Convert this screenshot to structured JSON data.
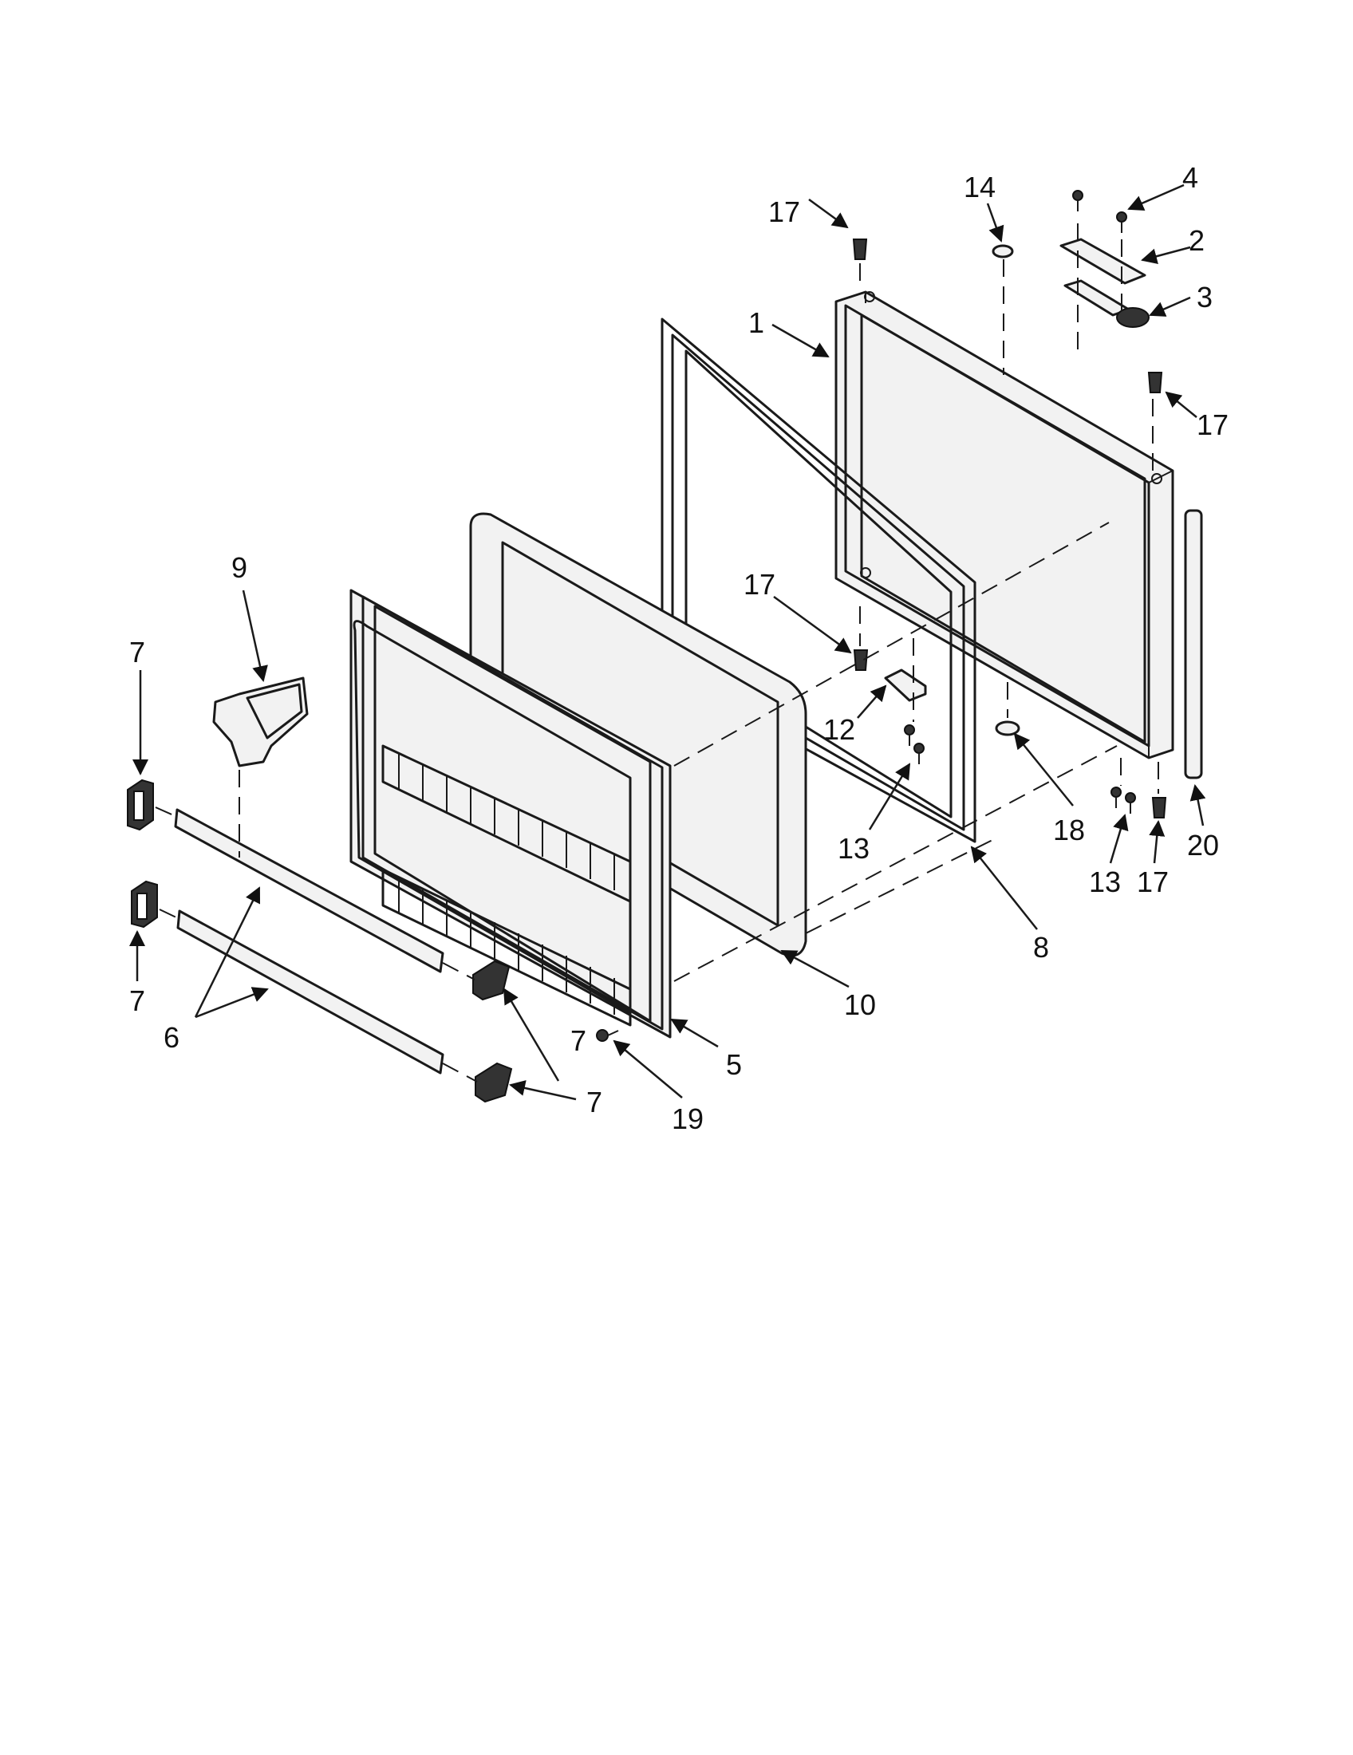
{
  "diagram": {
    "type": "exploded-parts-view",
    "callouts": {
      "c1": "1",
      "c2": "2",
      "c3": "3",
      "c4": "4",
      "c5": "5",
      "c6": "6",
      "c7a": "7",
      "c7b": "7",
      "c7c": "7",
      "c7d": "7",
      "c8": "8",
      "c9": "9",
      "c10": "10",
      "c12": "12",
      "c13a": "13",
      "c13b": "13",
      "c14": "14",
      "c17a": "17",
      "c17b": "17",
      "c17c": "17",
      "c17d": "17",
      "c18": "18",
      "c19": "19",
      "c20": "20"
    }
  }
}
